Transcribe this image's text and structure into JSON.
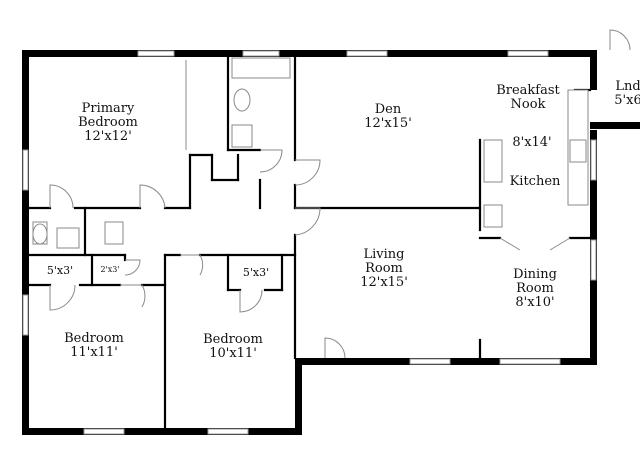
{
  "rooms": {
    "primary_bedroom": {
      "name_line1": "Primary",
      "name_line2": "Bedroom",
      "size": "12'x12'"
    },
    "den": {
      "name": "Den",
      "size": "12'x15'"
    },
    "breakfast_nook": {
      "name_line1": "Breakfast",
      "name_line2": "Nook",
      "size": "8'x14'"
    },
    "laundry": {
      "name": "Lnd",
      "size": "5'x6"
    },
    "kitchen": {
      "name": "Kitchen"
    },
    "living_room": {
      "name_line1": "Living",
      "name_line2": "Room",
      "size": "12'x15'"
    },
    "dining_room": {
      "name_line1": "Dining",
      "name_line2": "Room",
      "size": "8'x10'"
    },
    "closet_left": {
      "size": "5'x3'"
    },
    "closet_small": {
      "size": "2'x3'"
    },
    "closet_middle": {
      "size": "5'x3'"
    },
    "bedroom_left": {
      "name": "Bedroom",
      "size": "11'x11'"
    },
    "bedroom_middle": {
      "name": "Bedroom",
      "size": "10'x11'"
    }
  },
  "colors": {
    "walls": "#000000",
    "fixtures": "#8a8a8a",
    "background": "#ffffff"
  }
}
